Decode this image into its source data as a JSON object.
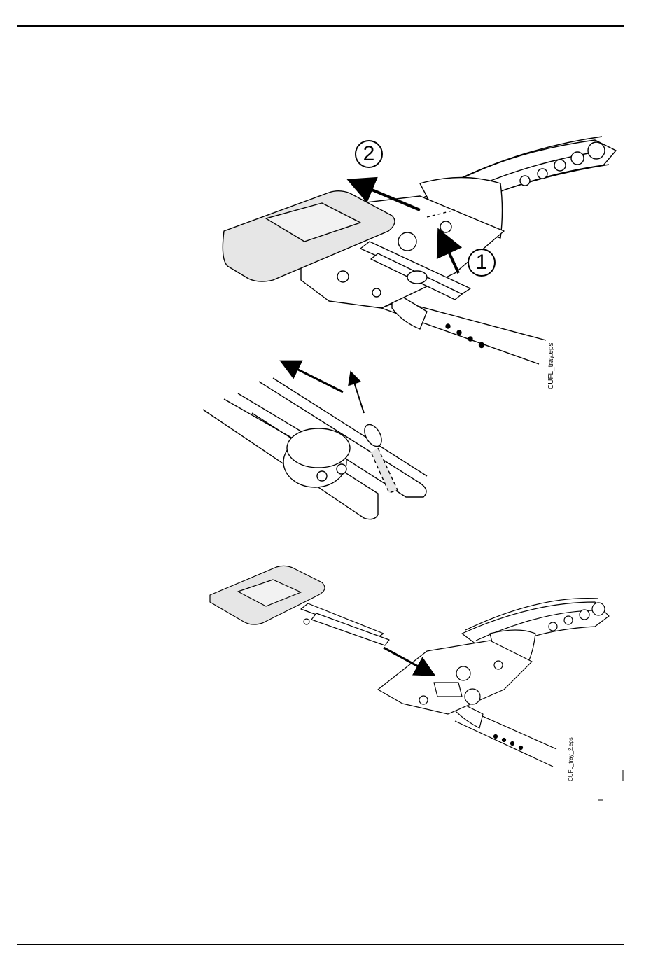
{
  "figure1": {
    "label": "CUFL_tray.eps",
    "step1": "1",
    "step2": "2"
  },
  "figure2": {
    "label": "CUFL_tray_2.eps"
  },
  "colors": {
    "tray_fill": "#e6e6e6",
    "line": "#000000"
  }
}
